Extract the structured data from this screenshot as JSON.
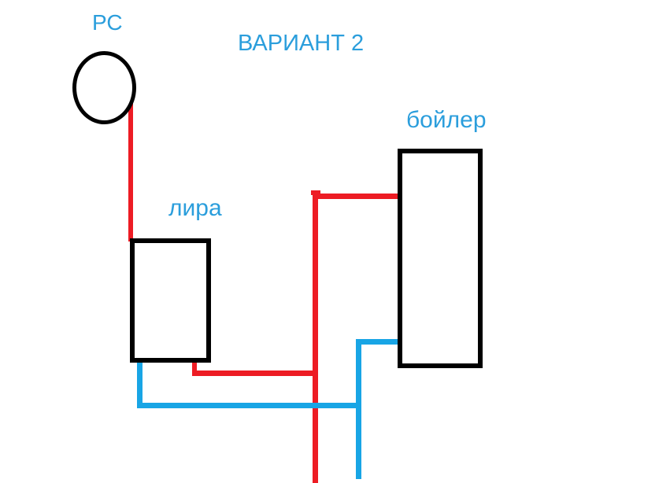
{
  "title": "ВАРИАНТ 2",
  "labels": {
    "riser": "РС",
    "lira": "лира",
    "boiler": "бойлер"
  },
  "colors": {
    "hot": "#ED1C24",
    "cold": "#18A5E5",
    "label": "#2B9EDC",
    "outline": "#000000",
    "background": "#FFFFFF"
  }
}
